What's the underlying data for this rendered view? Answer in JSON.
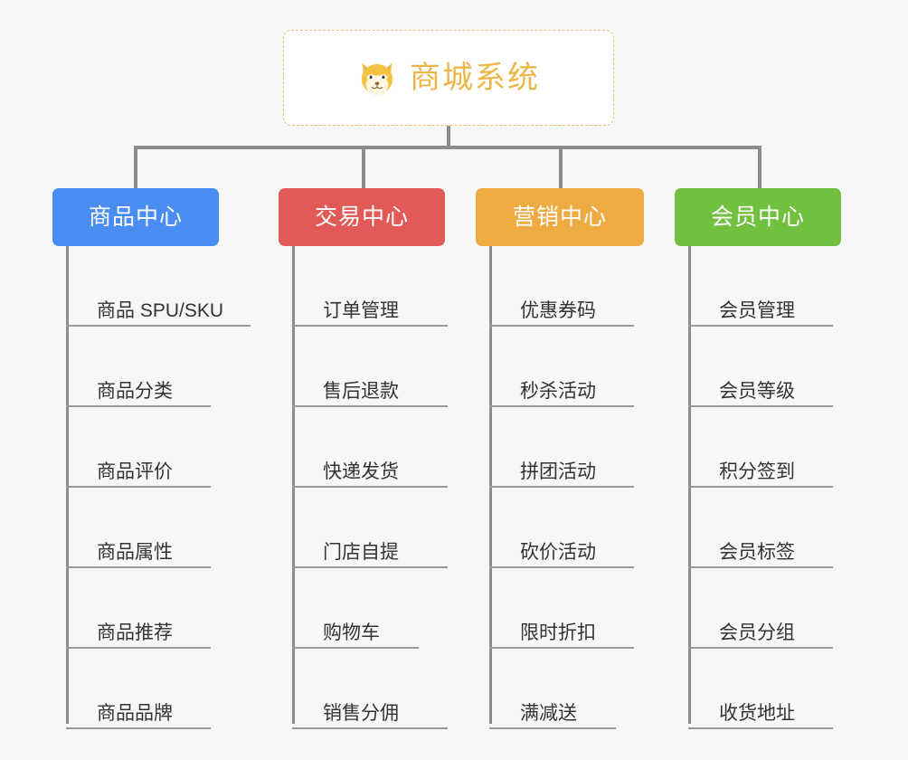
{
  "diagram": {
    "type": "mindmap-tree",
    "background_color": "#f7f7f7",
    "root": {
      "title": "商城系统",
      "icon": "shiba-dog-face-icon",
      "text_color": "#edb64a",
      "border_color": "#f0be72",
      "background_color": "#ffffff"
    },
    "branches": [
      {
        "label": "商品中心",
        "color": "#4a8df0",
        "leaves": [
          "商品 SPU/SKU",
          "商品分类",
          "商品评价",
          "商品属性",
          "商品推荐",
          "商品品牌"
        ]
      },
      {
        "label": "交易中心",
        "color": "#e15a58",
        "leaves": [
          "订单管理",
          "售后退款",
          "快递发货",
          "门店自提",
          "购物车",
          "销售分佣"
        ]
      },
      {
        "label": "营销中心",
        "color": "#eeab42",
        "leaves": [
          "优惠券码",
          "秒杀活动",
          "拼团活动",
          "砍价活动",
          "限时折扣",
          "满减送"
        ]
      },
      {
        "label": "会员中心",
        "color": "#72c040",
        "leaves": [
          "会员管理",
          "会员等级",
          "积分签到",
          "会员标签",
          "会员分组",
          "收货地址"
        ]
      }
    ],
    "connector_color": "#8c8c8c",
    "leaf_text_color": "#333333",
    "leaf_underline_color": "#9a9a9a"
  }
}
